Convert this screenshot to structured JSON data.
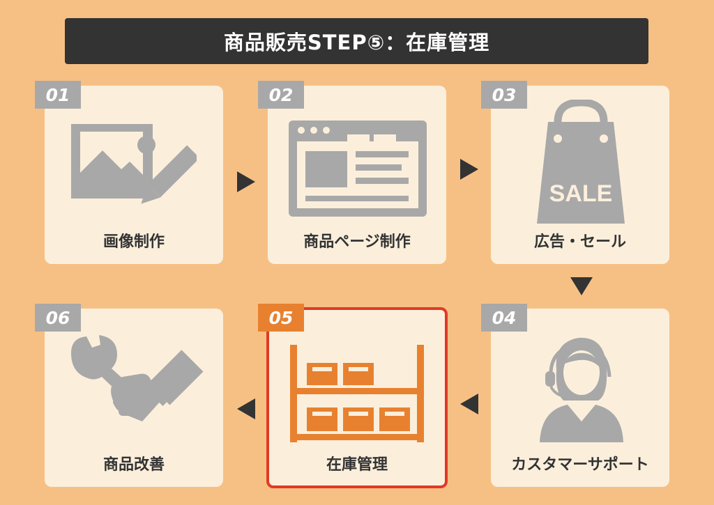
{
  "title": "商品販売STEP⑤：在庫管理",
  "colors": {
    "background": "#f6c085",
    "card": "#fbefdc",
    "icon_gray": "#a8a8a8",
    "active_border": "#e03a26",
    "active_accent": "#e8812f",
    "dark": "#333333"
  },
  "steps": [
    {
      "number": "01",
      "label": "画像制作",
      "icon": "image-edit-icon",
      "active": false
    },
    {
      "number": "02",
      "label": "商品ページ制作",
      "icon": "browser-page-icon",
      "active": false
    },
    {
      "number": "03",
      "label": "広告・セール",
      "icon": "sale-bag-icon",
      "icon_text": "SALE",
      "active": false
    },
    {
      "number": "04",
      "label": "カスタマーサポート",
      "icon": "support-operator-icon",
      "active": false
    },
    {
      "number": "05",
      "label": "在庫管理",
      "icon": "inventory-shelf-icon",
      "active": true
    },
    {
      "number": "06",
      "label": "商品改善",
      "icon": "wrench-hand-icon",
      "active": false
    }
  ]
}
